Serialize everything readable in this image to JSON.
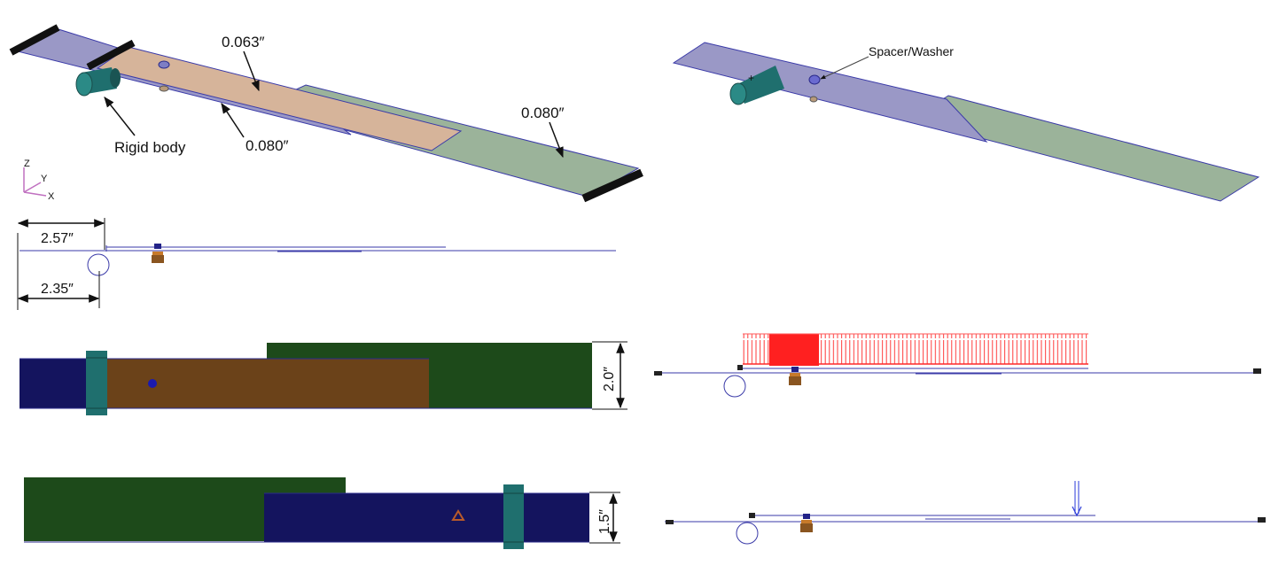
{
  "iso_view_left": {
    "dim_top_plate": "0.063″",
    "dim_bottom_plate": "0.080″",
    "dim_right_plate": "0.080″",
    "rigid_body_label": "Rigid body",
    "axis_z": "Z",
    "axis_y": "Y",
    "axis_x": "X"
  },
  "iso_view_right": {
    "spacer_label": "Spacer/Washer"
  },
  "side_view": {
    "dim_outer": "2.57″",
    "dim_inner": "2.35″"
  },
  "top_view_1": {
    "width_dim": "2.0″"
  },
  "top_view_2": {
    "width_dim": "1.5″"
  },
  "colors": {
    "plate_blue": "#9a98c6",
    "plate_tan": "#d6b49a",
    "plate_green": "#9bb39a",
    "outline": "#3a3aa8",
    "navy": "#14145e",
    "brown": "#6b4219",
    "dark_green": "#1d4a1a",
    "teal": "#1f6f6e",
    "force_red": "#ff2a2a",
    "force_blue": "#2a3ad8"
  }
}
